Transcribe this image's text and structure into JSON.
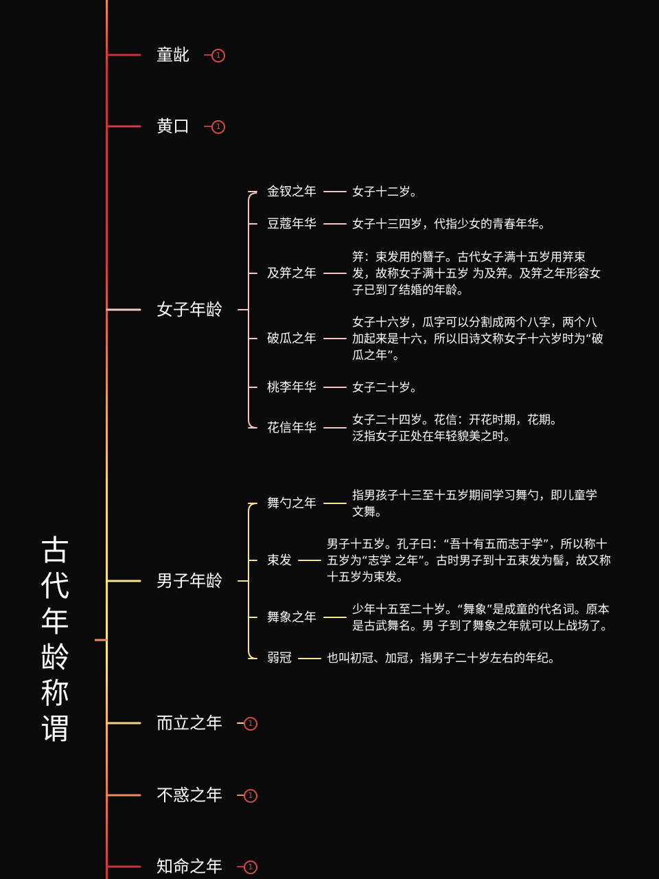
{
  "root": {
    "title": "古代年龄称谓",
    "title_chars": [
      "古",
      "代",
      "年",
      "龄",
      "称",
      "谓"
    ]
  },
  "colors": {
    "background": "#0b0a0a",
    "spine_top": "#c0333a",
    "spine_mid": "#f2c46b",
    "spine_bottom": "#c0333a",
    "female_branch": "#f6c6c1",
    "male_branch": "#f8e58a",
    "sub_line": "#f8e58a",
    "badge": "#d14a43"
  },
  "branches": [
    {
      "label": "童龀",
      "collapsed_count": "1",
      "color": "#c9323d"
    },
    {
      "label": "黄口",
      "collapsed_count": "1",
      "color": "#d13a44"
    },
    {
      "label": "女子年龄",
      "color": "#f6c6c1",
      "children": [
        {
          "label": "金钗之年",
          "desc": [
            "女子十二岁。"
          ]
        },
        {
          "label": "豆蔻年华",
          "desc": [
            "女子十三四岁，代指少女的青春年华。"
          ]
        },
        {
          "label": "及笄之年",
          "desc": [
            "笄：束发用的簪子。古代女子满十五岁用笄束",
            "发，故称女子满十五岁 为及笄。及笄之年形容女",
            "子已到了结婚的年龄。"
          ]
        },
        {
          "label": "破瓜之年",
          "desc": [
            "女子十六岁，瓜字可以分割成两个八字，两个八",
            "加起来是十六，所以旧诗文称女子十六岁时为“破",
            "瓜之年”。"
          ]
        },
        {
          "label": "桃李年华",
          "desc": [
            "女子二十岁。"
          ]
        },
        {
          "label": "花信年华",
          "desc": [
            "女子二十四岁。花信：开花时期，花期。",
            "泛指女子正处在年轻貌美之时。"
          ]
        }
      ]
    },
    {
      "label": "男子年龄",
      "color": "#f8e58a",
      "children": [
        {
          "label": "舞勺之年",
          "desc": [
            "指男孩子十三至十五岁期间学习舞勺，即儿童学",
            "文舞。"
          ]
        },
        {
          "label": "束发",
          "desc": [
            "男子十五岁。孔子曰：“吾十有五而志于学”，所以称十",
            "五岁为“志学 之年”。古时男子到十五束发为髻，故又称",
            "十五岁为束发。"
          ]
        },
        {
          "label": "舞象之年",
          "desc": [
            "少年十五至二十岁。“舞象”是成童的代名词。原本",
            "是古武舞名。男 子到了舞象之年就可以上战场了。"
          ]
        },
        {
          "label": "弱冠",
          "desc": [
            "也叫初冠、加冠，指男子二十岁左右的年纪。"
          ]
        }
      ]
    },
    {
      "label": "而立之年",
      "collapsed_count": "1",
      "color": "#f6d27a"
    },
    {
      "label": "不惑之年",
      "collapsed_count": "1",
      "color": "#ef8a5a"
    },
    {
      "label": "知命之年",
      "collapsed_count": "1",
      "color": "#c9323d"
    }
  ]
}
